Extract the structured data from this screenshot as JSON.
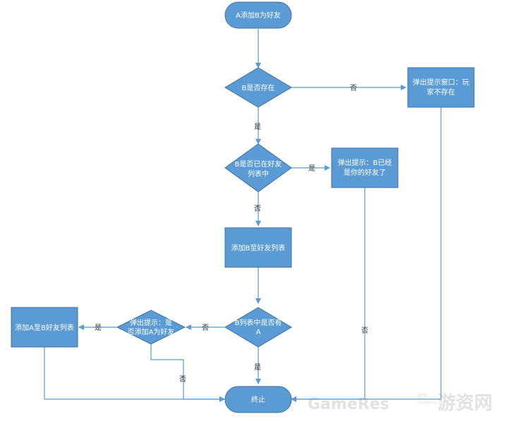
{
  "colors": {
    "node_fill": "#5b9bd5",
    "node_stroke": "#41719c",
    "edge": "#5b9bd5",
    "node_text": "#ffffff",
    "label_text": "#333333"
  },
  "nodes": {
    "start": {
      "text": [
        "A添加B为好友"
      ]
    },
    "exists": {
      "text": [
        "B是否存在"
      ]
    },
    "not_exist_popup": {
      "text": [
        "弹出提示窗口：玩",
        "家不存在"
      ]
    },
    "already_friend_check": {
      "text": [
        "B是否已在好友",
        "列表中"
      ]
    },
    "already_friend_popup": {
      "text": [
        "弹出提示：B已经",
        "是你的好友了"
      ]
    },
    "add_b": {
      "text": [
        "添加B至好友列表"
      ]
    },
    "a_in_b_list": {
      "text": [
        "B列表中是否有",
        "A"
      ]
    },
    "ask_add_a": {
      "text": [
        "弹出提示：是",
        "否添加A为好友"
      ]
    },
    "add_a": {
      "text": [
        "添加A至B好友列表"
      ]
    },
    "end": {
      "text": [
        "终止"
      ]
    }
  },
  "edge_labels": {
    "exists_no": "否",
    "exists_yes": "是",
    "already_yes": "是",
    "already_no": "否",
    "a_in_b_no": "否",
    "a_in_b_yes": "是",
    "ask_yes": "是",
    "ask_no": "否",
    "popup2_no": "否"
  },
  "watermark": {
    "en": "GameRes",
    "small_top": "游戏",
    "small_bottom": "ameRes.com",
    "cn": "游资网"
  }
}
